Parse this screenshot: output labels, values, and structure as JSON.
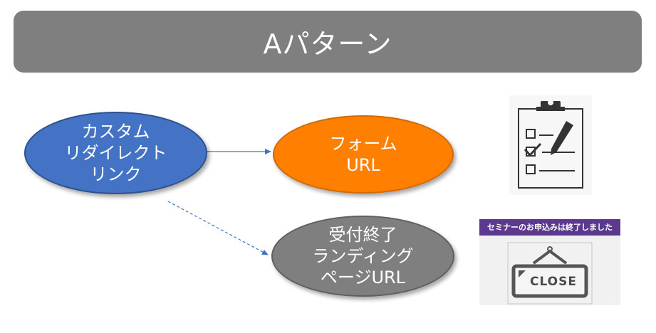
{
  "banner": {
    "title": "Aパターン"
  },
  "nodes": {
    "custom_redirect": {
      "label": "カスタム\nリダイレクト\nリンク",
      "color": "#4472c4"
    },
    "form_url": {
      "label": "フォーム\nURL",
      "color": "#ff7f00"
    },
    "closed_landing": {
      "label": "受付終了\nランディング\nページURL",
      "color": "#7f7f7f"
    }
  },
  "closed_image": {
    "header": "セミナーのお申込みは終了しました",
    "sign_text": "CLOSE",
    "header_color": "#5b3a8e"
  },
  "icons": {
    "form": "clipboard-checklist-icon",
    "closed": "close-sign-icon"
  },
  "edges": [
    {
      "from": "custom_redirect",
      "to": "form_url",
      "style": "solid"
    },
    {
      "from": "custom_redirect",
      "to": "closed_landing",
      "style": "dashed"
    }
  ]
}
